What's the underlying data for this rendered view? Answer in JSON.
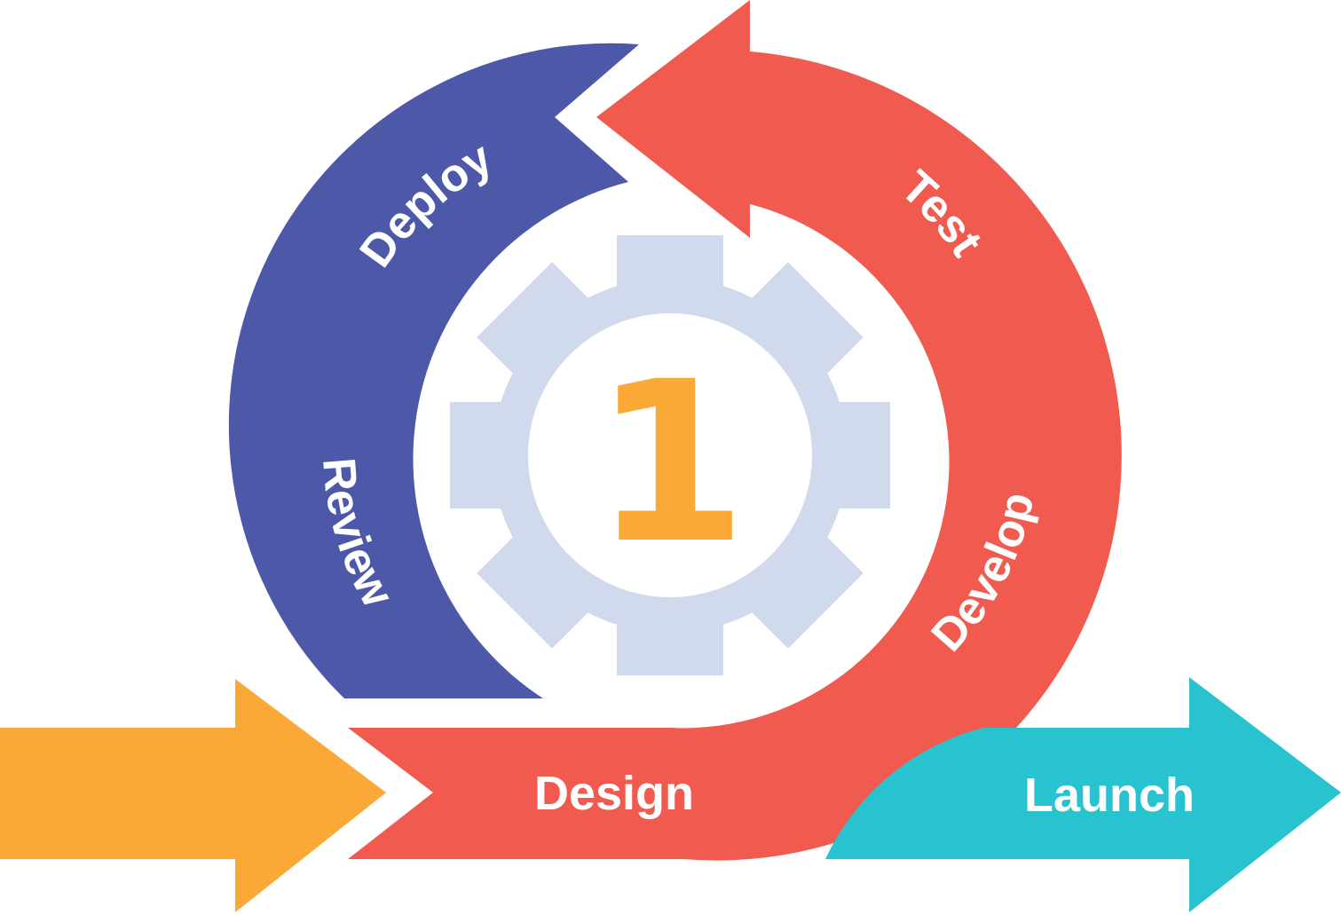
{
  "stages": {
    "input_arrow_label": "",
    "design": "Design",
    "develop": "Develop",
    "test": "Test",
    "deploy": "Deploy",
    "review": "Review",
    "launch": "Launch"
  },
  "center": {
    "number": "1",
    "icon": "gear-icon"
  },
  "colors": {
    "design_develop_test": "#f05a4f",
    "deploy_review": "#4d58a8",
    "input_arrow": "#faa936",
    "launch": "#29c3d0",
    "gear": "#d1d9ec",
    "number": "#faa936",
    "label_text": "#ffffff"
  }
}
